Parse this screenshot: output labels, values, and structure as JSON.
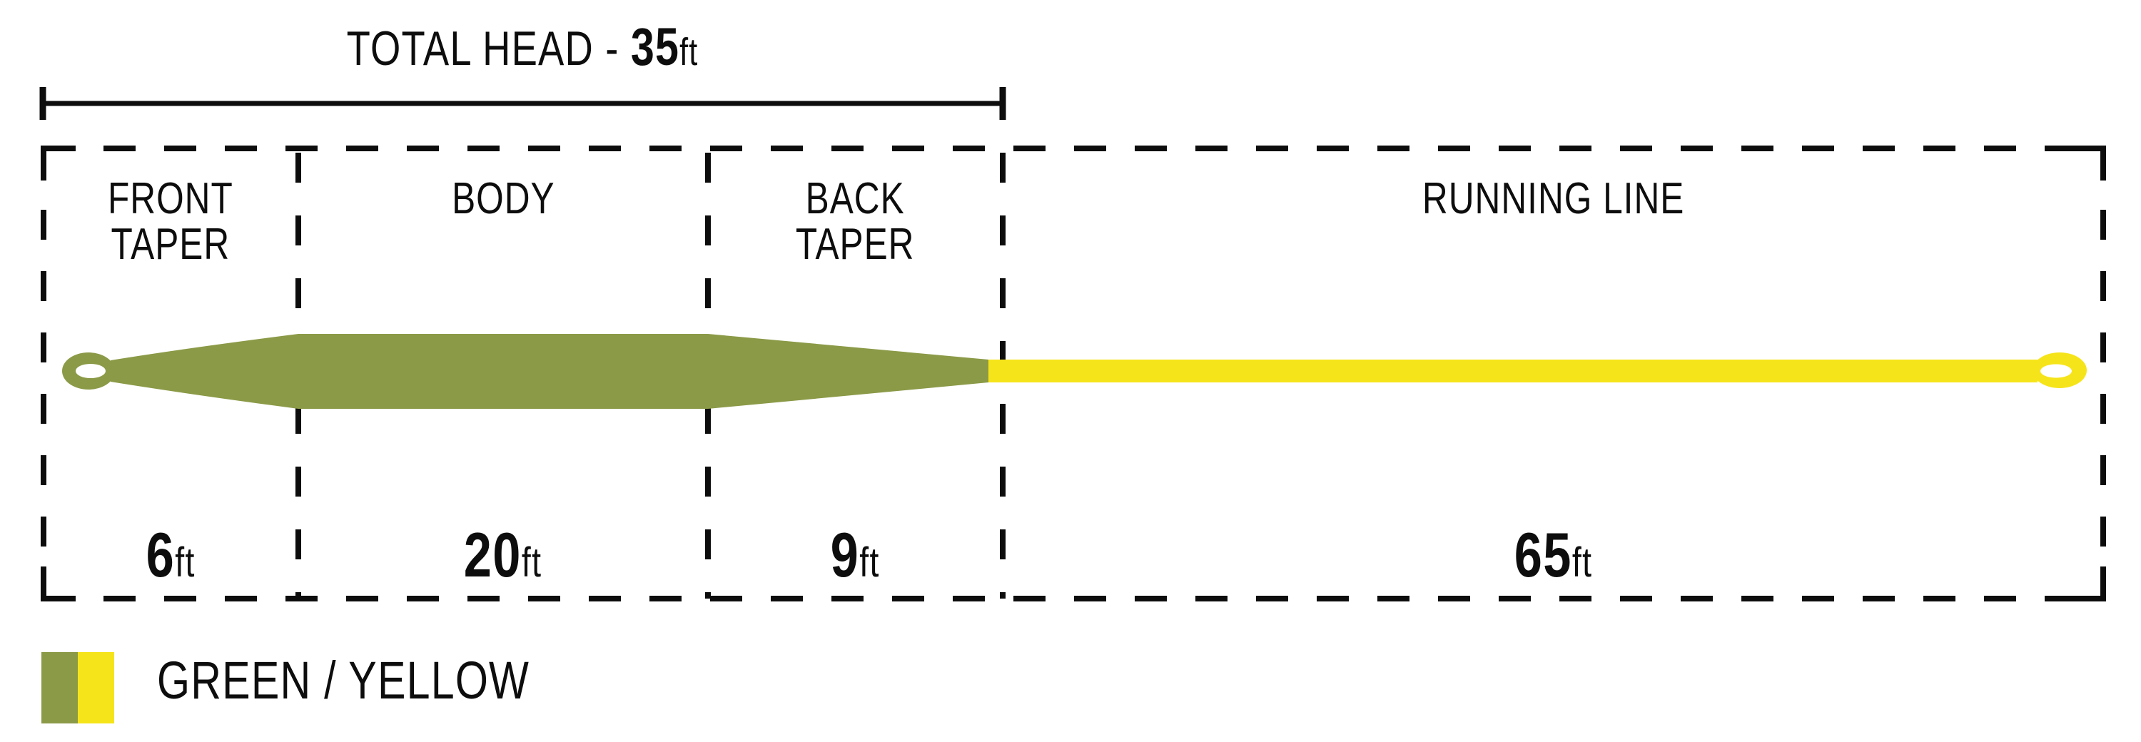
{
  "title": {
    "prefix": "TOTAL HEAD - ",
    "value": "35",
    "unit": "ft"
  },
  "sections": [
    {
      "name": "front-taper",
      "label": "FRONT\nTAPER",
      "length_value": "6",
      "length_unit": "ft"
    },
    {
      "name": "body",
      "label": "BODY",
      "length_value": "20",
      "length_unit": "ft"
    },
    {
      "name": "back-taper",
      "label": "BACK\nTAPER",
      "length_value": "9",
      "length_unit": "ft"
    },
    {
      "name": "running-line",
      "label": "RUNNING LINE",
      "length_value": "65",
      "length_unit": "ft"
    }
  ],
  "legend": {
    "label": "GREEN / YELLOW"
  },
  "colors": {
    "green": "#8B9A47",
    "yellow": "#F6E41A",
    "ink": "#0D0D0D"
  },
  "diagram": {
    "total_head_feet": 35,
    "total_length_feet": 100,
    "head_color": "green",
    "running_color": "yellow"
  }
}
